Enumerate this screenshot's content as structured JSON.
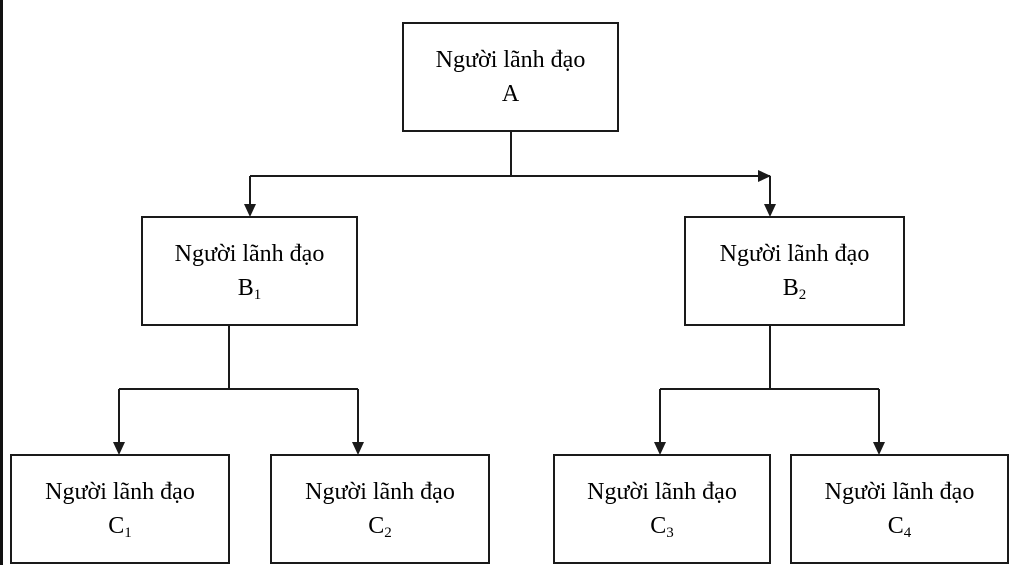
{
  "diagram": {
    "nodes": [
      {
        "id": "a",
        "title": "Người lãnh đạo",
        "letter": "A",
        "index": ""
      },
      {
        "id": "b1",
        "title": "Người lãnh đạo",
        "letter": "B",
        "index": "1"
      },
      {
        "id": "b2",
        "title": "Người lãnh đạo",
        "letter": "B",
        "index": "2"
      },
      {
        "id": "c1",
        "title": "Người lãnh đạo",
        "letter": "C",
        "index": "1"
      },
      {
        "id": "c2",
        "title": "Người lãnh đạo",
        "letter": "C",
        "index": "2"
      },
      {
        "id": "c3",
        "title": "Người lãnh đạo",
        "letter": "C",
        "index": "3"
      },
      {
        "id": "c4",
        "title": "Người lãnh đạo",
        "letter": "C",
        "index": "4"
      }
    ],
    "edges": [
      {
        "from": "a",
        "to": "b1"
      },
      {
        "from": "a",
        "to": "b2"
      },
      {
        "from": "b1",
        "to": "c1"
      },
      {
        "from": "b1",
        "to": "c2"
      },
      {
        "from": "b2",
        "to": "c3"
      },
      {
        "from": "b2",
        "to": "c4"
      }
    ],
    "colors": {
      "line": "#1a1a1a",
      "box_border": "#1a1a1a",
      "background": "#ffffff"
    }
  }
}
